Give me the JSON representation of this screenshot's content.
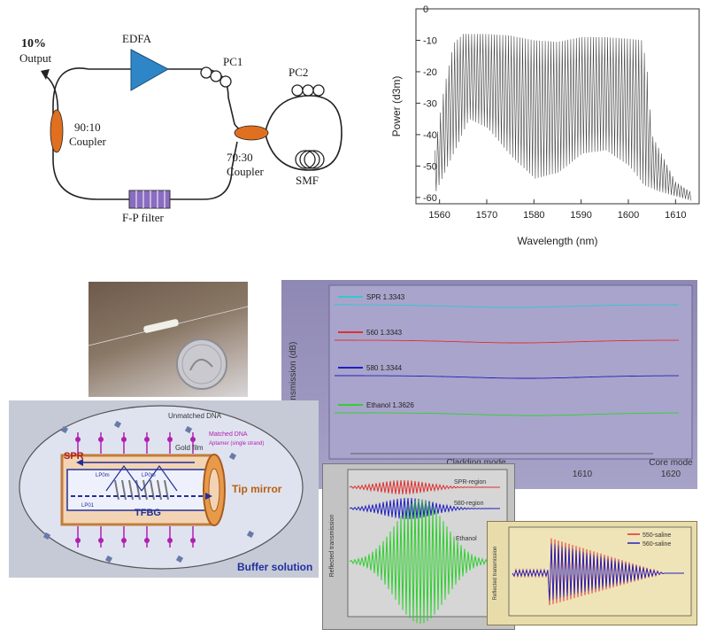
{
  "laser_diagram": {
    "output_percent": "10%",
    "output_label": "Output",
    "edfa_label": "EDFA",
    "pc1_label": "PC1",
    "pc2_label": "PC2",
    "coupler_90_10": [
      "90:10",
      "Coupler"
    ],
    "coupler_70_30": [
      "70:30",
      "Coupler"
    ],
    "smf_label": "SMF",
    "filter_label": "F-P filter",
    "colors": {
      "edfa": "#2f86c6",
      "coupler": "#e07020",
      "filter": "#8a6cc0"
    }
  },
  "spectrum_chart": {
    "chart_data": {
      "type": "line",
      "xlabel": "Wavelength (nm)",
      "ylabel": "Power (d3m)",
      "xlim": [
        1555,
        1615
      ],
      "ylim": [
        -62,
        0
      ],
      "x_ticks": [
        "1560",
        "1570",
        "1580",
        "1590",
        "1600",
        "1610"
      ],
      "y_ticks": [
        "0",
        "-10",
        "-20",
        "-30",
        "-40",
        "-50",
        "-60"
      ],
      "series": [
        {
          "peak_envelope": [
            [
              1559,
              -45
            ],
            [
              1561,
              -25
            ],
            [
              1563,
              -11
            ],
            [
              1565,
              -8
            ],
            [
              1570,
              -8
            ],
            [
              1575,
              -8.5
            ],
            [
              1580,
              -10
            ],
            [
              1585,
              -10.5
            ],
            [
              1590,
              -9
            ],
            [
              1595,
              -9
            ],
            [
              1600,
              -9.5
            ],
            [
              1603,
              -10
            ],
            [
              1604,
              -20
            ],
            [
              1605,
              -40
            ],
            [
              1610,
              -55
            ],
            [
              1613,
              -58
            ]
          ],
          "valley_envelope": [
            [
              1559,
              -58
            ],
            [
              1563,
              -45
            ],
            [
              1566,
              -35
            ],
            [
              1570,
              -38
            ],
            [
              1575,
              -47
            ],
            [
              1580,
              -54
            ],
            [
              1585,
              -52
            ],
            [
              1590,
              -46
            ],
            [
              1595,
              -45
            ],
            [
              1600,
              -50
            ],
            [
              1603,
              -56
            ],
            [
              1606,
              -58
            ],
            [
              1613,
              -61
            ]
          ]
        }
      ]
    }
  },
  "transmission_chart": {
    "ylabel": "Transmission (dB)",
    "xlabel": "Cladding mode",
    "xlabel_right": "Core mode",
    "legend": [
      "SPR 1.3343",
      "560 1.3343",
      "580 1.3344",
      "Ethanol 1.3626"
    ],
    "ticks": [
      "1610",
      "1620"
    ],
    "colors": [
      "#30c8d0",
      "#e03030",
      "#2020c0",
      "#30d030"
    ]
  },
  "sensor_diagram": {
    "unmatched_dna": "Unmatched DNA",
    "matched_dna": "Matched DNA",
    "aptamer": "Aptamer (single strand)",
    "spr": "SPR",
    "gold_film": "Gold film",
    "tip_mirror": "Tip mirror",
    "tfbg": "TFBG",
    "buffer_solution": "Buffer solution",
    "mode_labels": [
      "LP0m",
      "LP0m",
      "LP01"
    ]
  },
  "inset_chart_a": {
    "ylabel": "Reflected transmission",
    "legend": [
      "SPR-region",
      "580-region",
      "Ethanol"
    ],
    "colors": [
      "#e03030",
      "#2020c0",
      "#30d030"
    ]
  },
  "inset_chart_b": {
    "ylabel": "Reflected transmission",
    "legend": [
      "550-saline",
      "560-saline"
    ],
    "colors": [
      "#e03030",
      "#2020c0"
    ]
  },
  "photo": {
    "description": "fiber probe and coin"
  }
}
